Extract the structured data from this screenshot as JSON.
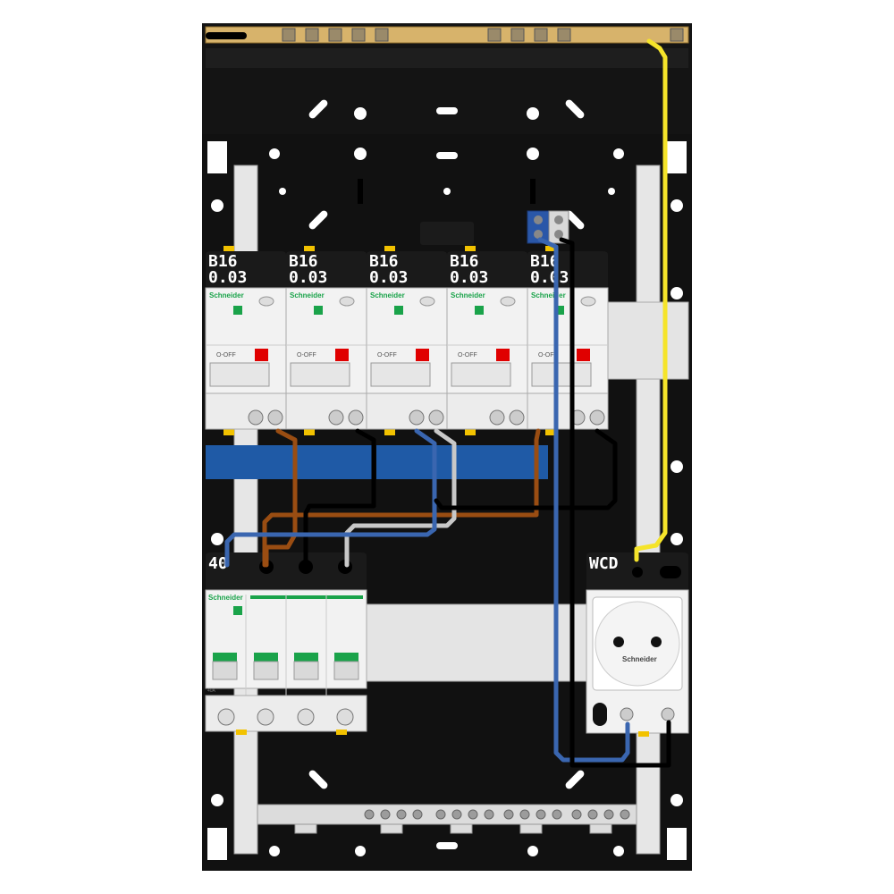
{
  "rcbos": [
    {
      "rating": "B16",
      "sensitivity": "0.03",
      "brand": "Schneider",
      "off_label": "O-OFF"
    },
    {
      "rating": "B16",
      "sensitivity": "0.03",
      "brand": "Schneider",
      "off_label": "O-OFF"
    },
    {
      "rating": "B16",
      "sensitivity": "0.03",
      "brand": "Schneider",
      "off_label": "O-OFF"
    },
    {
      "rating": "B16",
      "sensitivity": "0.03",
      "brand": "Schneider",
      "off_label": "O-OFF"
    },
    {
      "rating": "B16",
      "sensitivity": "0.03",
      "brand": "Schneider",
      "off_label": "O-OFF"
    }
  ],
  "main_switch": {
    "rating": "40",
    "brand": "Schneider",
    "amp_label": "40A"
  },
  "socket": {
    "label": "WCD",
    "brand": "Schneider"
  },
  "colors": {
    "enclosure": "#111111",
    "busbar": "#d7b36b",
    "din_rail": "#e4e4e4",
    "comb_bus": "#1f5aa6",
    "wire_brown": "#9a4d12",
    "wire_blue": "#3a66b0",
    "wire_grey": "#c8c8c8",
    "wire_black": "#000000",
    "wire_yellow": "#f5e42a",
    "handle_red": "#e00000",
    "handle_green": "#1aa34a",
    "terminal_yellow": "#f2c200"
  }
}
